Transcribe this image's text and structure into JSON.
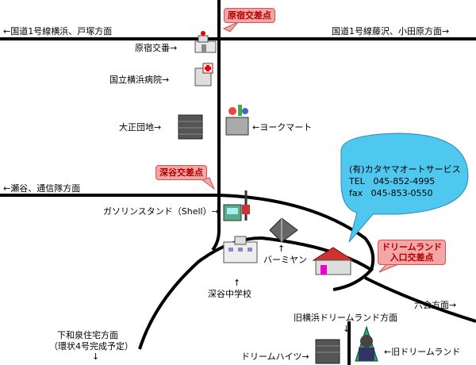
{
  "roads": {
    "route1_west": "←国道1号線横浜、戸塚方面",
    "route1_east": "国道1号線藤沢、小田原方面→",
    "seya": "←瀬谷、通信隊方面",
    "mutsuai": "六会方面→",
    "shimowada_line1": "下和泉住宅方面",
    "shimowada_line2": "（環状4号完成予定）",
    "shimowada_arrow": "↓",
    "old_dreamland": "旧横浜ドリームランド方面",
    "old_dreamland_arrow": "↓"
  },
  "intersections": {
    "harajuku": "原宿交差点",
    "fukaya": "深谷交差点",
    "dreamland_line1": "ドリームランド",
    "dreamland_line2": "入口交差点"
  },
  "landmarks": {
    "koban": "原宿交番→",
    "hospital": "国立横浜病院→",
    "taisho": "大正団地→",
    "yorkmart": "←ヨークマート",
    "gas": "ガソリンスタンド（Shell）→",
    "bamiyan": "バーミヤン",
    "bamiyan_arrow": "↑",
    "school": "深谷中学校",
    "school_arrow": "↑",
    "dreamheights": "ドリームハイツ→",
    "old_dreamland": "←旧ドリームランド"
  },
  "company": {
    "name": "(有)カタヤマオートサービス",
    "tel_label": "TEL",
    "tel": "045-852-4995",
    "fax_label": "fax",
    "fax": "045-853-0550"
  },
  "colors": {
    "callout_bg": "#f4a6a6",
    "callout_text": "#b00000",
    "bubble": "#4fc8f0",
    "road": "#000000"
  }
}
